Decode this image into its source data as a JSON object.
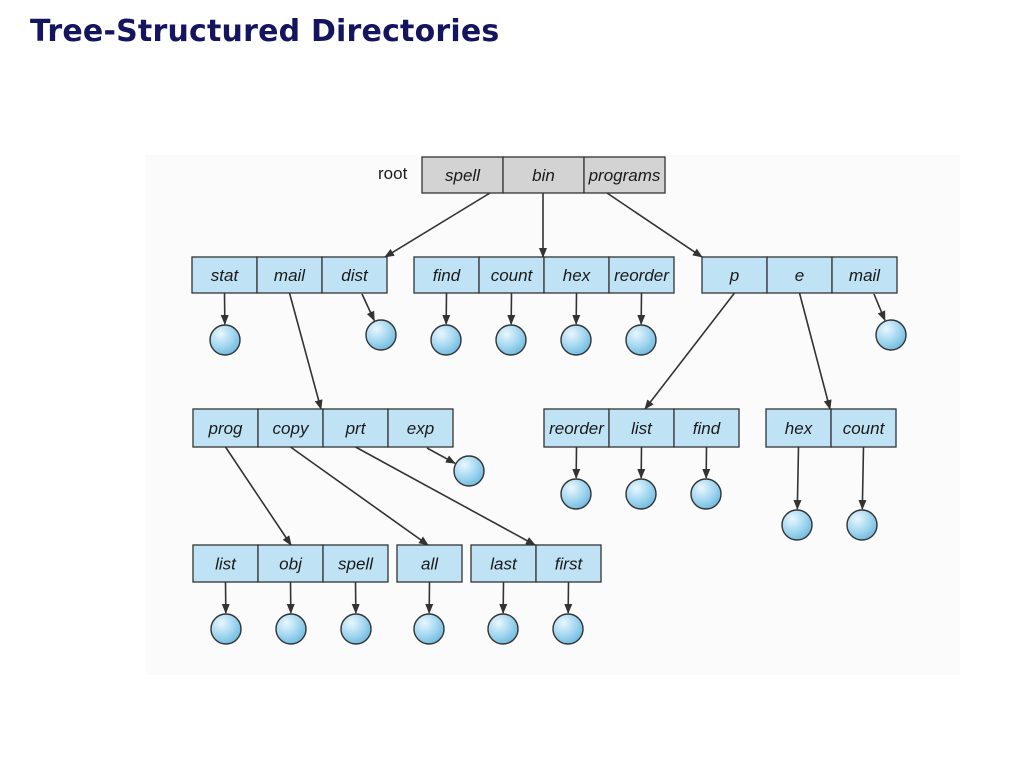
{
  "title": "Tree-Structured Directories",
  "root_label": "root",
  "colors": {
    "title": "#14145f",
    "root_fill": "#d3d3d3",
    "dir_fill": "#bfe3f5",
    "file_fill": "#8ccbea",
    "stroke": "#333333"
  },
  "directories": [
    {
      "id": "root",
      "entries": [
        "spell",
        "bin",
        "programs"
      ]
    },
    {
      "id": "spell",
      "entries": [
        "stat",
        "mail",
        "dist"
      ]
    },
    {
      "id": "bin",
      "entries": [
        "find",
        "count",
        "hex",
        "reorder"
      ]
    },
    {
      "id": "programs",
      "entries": [
        "p",
        "e",
        "mail"
      ]
    },
    {
      "id": "mail",
      "entries": [
        "prog",
        "copy",
        "prt",
        "exp"
      ]
    },
    {
      "id": "p",
      "entries": [
        "reorder",
        "list",
        "find"
      ]
    },
    {
      "id": "e",
      "entries": [
        "hex",
        "count"
      ]
    },
    {
      "id": "prog",
      "entries": [
        "list",
        "obj",
        "spell"
      ]
    },
    {
      "id": "copy",
      "entries": [
        "all"
      ]
    },
    {
      "id": "prt",
      "entries": [
        "last",
        "first"
      ]
    }
  ]
}
